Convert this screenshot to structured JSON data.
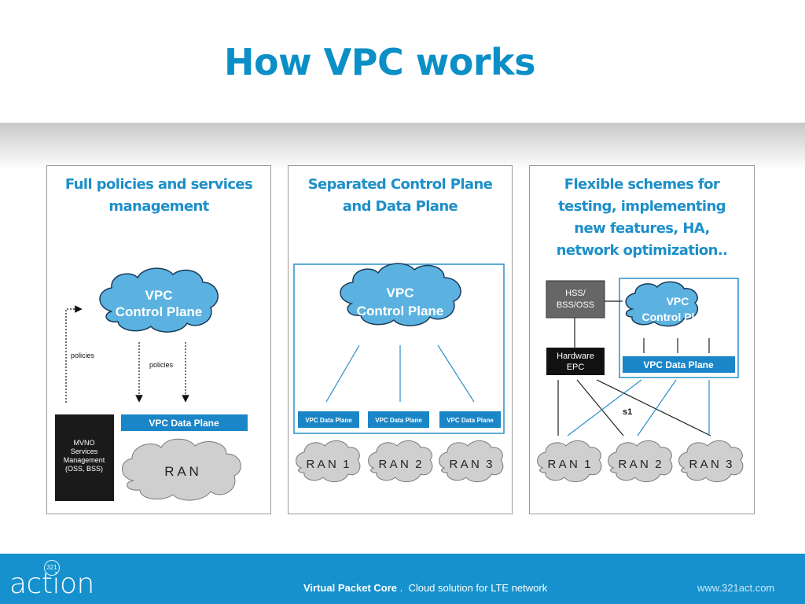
{
  "slide": {
    "title": "How VPC works",
    "colors": {
      "accent": "#0a8fc6",
      "cloud_blue": "#5bb2e0",
      "data_plane": "#1a85c7",
      "ran_gray": "#cfcfcf",
      "footer": "#1691cd"
    }
  },
  "panels": [
    {
      "title_lines": [
        "Full policies and services",
        "management"
      ],
      "control_plane": [
        "VPC",
        "Control Plane"
      ],
      "policies_labels": [
        "policies",
        "policies"
      ],
      "data_plane": "VPC Data Plane",
      "mvno_box": [
        "MVNO",
        "Services",
        "Management",
        "(OSS, BSS)"
      ],
      "ran": "R A N"
    },
    {
      "title_lines": [
        "Separated Control Plane",
        "and Data Plane"
      ],
      "control_plane": [
        "VPC",
        "Control Plane"
      ],
      "data_planes": [
        "VPC Data Plane",
        "VPC Data Plane",
        "VPC Data Plane"
      ],
      "rans": [
        "R A N  1",
        "R A N  2",
        "R A N  3"
      ]
    },
    {
      "title_lines": [
        "Flexible schemes for",
        "testing, implementing",
        "new features, HA,",
        "network optimization.."
      ],
      "hss_box": [
        "HSS/",
        "BSS/OSS"
      ],
      "epc_box": [
        "Hardware",
        "EPC"
      ],
      "control_plane": [
        "VPC",
        "Control Plane"
      ],
      "data_plane": "VPC Data Plane",
      "s1_label": "s1",
      "rans": [
        "R A N  1",
        "R A N  2",
        "R A N  3"
      ]
    }
  ],
  "footer": {
    "logo_number": "321",
    "logo_word": "action",
    "tagline_bold": "Virtual Packet Core",
    "tagline_sep": " .  ",
    "tagline_rest": "Cloud solution for LTE network",
    "url": "www.321act.com"
  }
}
